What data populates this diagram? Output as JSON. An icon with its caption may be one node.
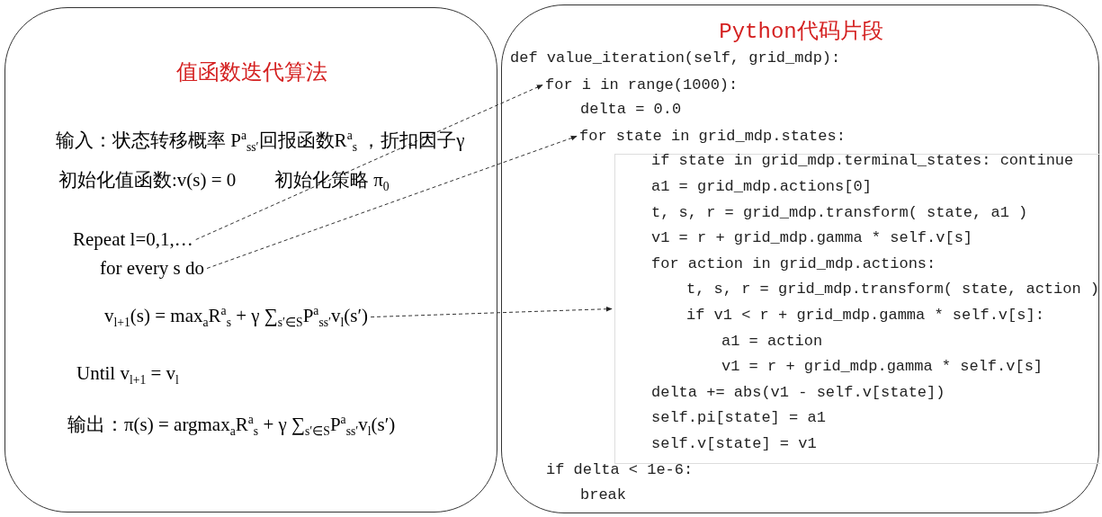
{
  "diagram": {
    "nodes": [
      {
        "text": [
          "值函数迭代算法"
        ]
      },
      {
        "text": [
          "Repeat l=0,1,…"
        ],
        "in": 0
      },
      {
        "text": [
          "for every s do"
        ],
        "in": 0
      },
      {
        "text": [
          "v$_{l+1}$(s) = max$_{a}$R$^{a}$$_{s}$ + γ ∑$_{s′∈S}$P$^{a}$$_{ss′}$v$_{l}$(s′)"
        ],
        "in": 0
      },
      {
        "text": [
          "Python代码片段"
        ]
      },
      {
        "text": [
          "for i in range(1000):"
        ],
        "in": 4
      },
      {
        "text": [
          "for state in grid_mdp.states:"
        ],
        "in": 4
      },
      {
        "text": [],
        "shape": "box",
        "in": 4
      }
    ],
    "edges": [
      {
        "from": 1,
        "to": 5,
        "arrow": "to",
        "style": "dashed"
      },
      {
        "from": 2,
        "to": 6,
        "arrow": "to",
        "style": "dashed"
      },
      {
        "from": 3,
        "to": 7,
        "arrow": "to",
        "style": "dashed"
      }
    ],
    "labels": [
      "输入：状态转移概率 P$^{a}$$_{ss′}$回报函数R$^{a}$$_{s}$ ，折扣因子γ",
      "初始化值函数:v(s) = 0",
      "初始化策略 π$_{0}$",
      "Until v$_{l+1}$ = v$_{l}$",
      "输出：π(s) = argmax$_{a}$R$^{a}$$_{s}$ + γ ∑$_{s′∈S}$P$^{a}$$_{ss′}$v$_{l}$(s′)",
      "def value_iteration(self, grid_mdp):",
      "delta = 0.0",
      "if state in grid_mdp.terminal_states: continue",
      "a1 = grid_mdp.actions[0]",
      "t, s, r = grid_mdp.transform( state, a1 )",
      "v1 = r + grid_mdp.gamma * self.v[s]",
      "for action in grid_mdp.actions:",
      "t, s, r = grid_mdp.transform( state, action )",
      "if v1 < r + grid_mdp.gamma * self.v[s]:",
      "a1 = action",
      "v1 = r + grid_mdp.gamma * self.v[s]",
      "delta += abs(v1 - self.v[state])",
      "self.pi[state] = a1",
      "self.v[state] = v1",
      "if delta < 1e-6:",
      "break"
    ]
  }
}
